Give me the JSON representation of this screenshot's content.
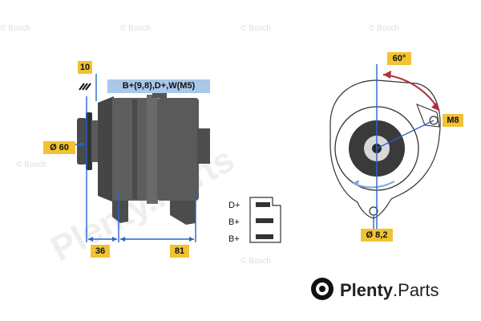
{
  "watermark": {
    "text": "© Bosch",
    "big_text": "Plenty.Parts"
  },
  "labels": {
    "part_no": "10",
    "terminals": "B+(9,8),D+,W(M5)",
    "pulley_dia": "Ø 60",
    "dim_36": "36",
    "dim_81": "81",
    "angle": "60°",
    "bolt": "M8",
    "hole_dia": "Ø 8,2"
  },
  "plug": {
    "pins": [
      "D+",
      "B+",
      "B+"
    ]
  },
  "brand": {
    "name_bold": "Plenty",
    "name_rest": ".Parts"
  },
  "colors": {
    "tag_yellow": "#f1c232",
    "tag_blue": "#a9c8ea",
    "dim_line": "#2a64c8",
    "arrow_red": "#b0303a",
    "body_gray": "#595959"
  }
}
